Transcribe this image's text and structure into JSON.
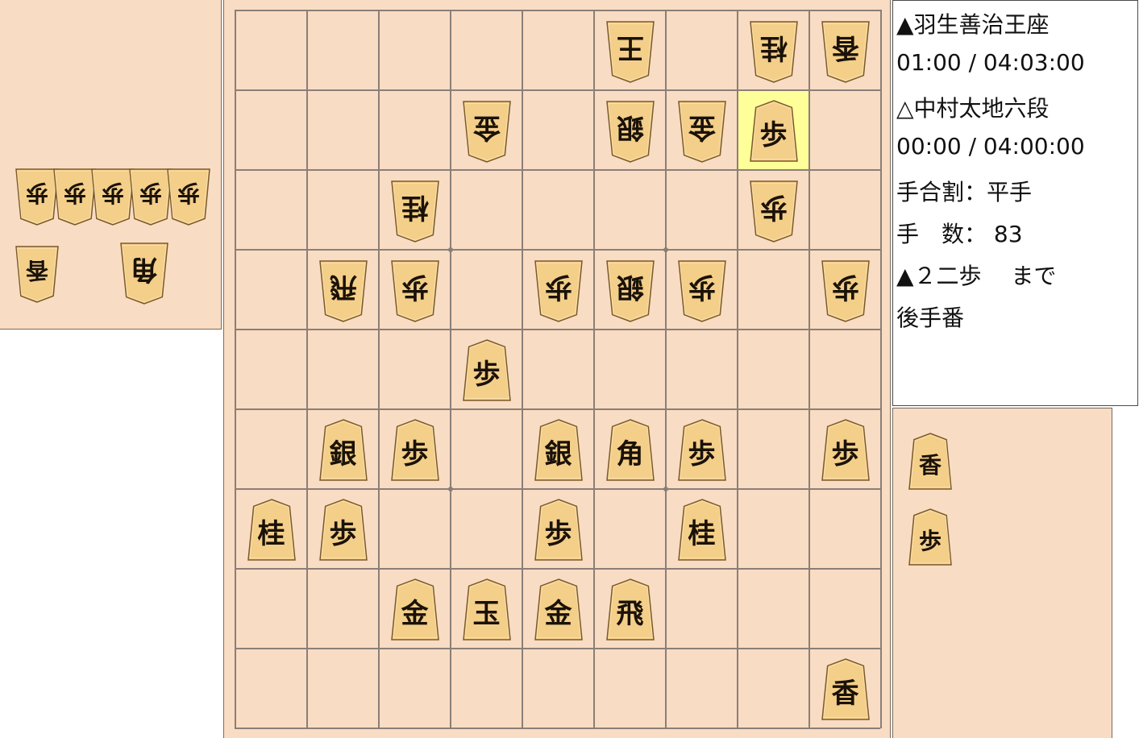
{
  "board": {
    "files": 9,
    "ranks": 9,
    "highlight": {
      "file": 2,
      "rank": 2
    },
    "pieces": [
      {
        "file": 4,
        "rank": 1,
        "char": "王",
        "owner": "gote"
      },
      {
        "file": 2,
        "rank": 1,
        "char": "桂",
        "owner": "gote"
      },
      {
        "file": 1,
        "rank": 1,
        "char": "香",
        "owner": "gote"
      },
      {
        "file": 6,
        "rank": 2,
        "char": "金",
        "owner": "gote"
      },
      {
        "file": 4,
        "rank": 2,
        "char": "銀",
        "owner": "gote"
      },
      {
        "file": 3,
        "rank": 2,
        "char": "金",
        "owner": "gote"
      },
      {
        "file": 2,
        "rank": 2,
        "char": "歩",
        "owner": "sente"
      },
      {
        "file": 7,
        "rank": 3,
        "char": "桂",
        "owner": "gote"
      },
      {
        "file": 2,
        "rank": 3,
        "char": "歩",
        "owner": "gote"
      },
      {
        "file": 8,
        "rank": 4,
        "char": "飛",
        "owner": "gote"
      },
      {
        "file": 7,
        "rank": 4,
        "char": "歩",
        "owner": "gote"
      },
      {
        "file": 5,
        "rank": 4,
        "char": "歩",
        "owner": "gote"
      },
      {
        "file": 4,
        "rank": 4,
        "char": "銀",
        "owner": "gote"
      },
      {
        "file": 3,
        "rank": 4,
        "char": "歩",
        "owner": "gote"
      },
      {
        "file": 1,
        "rank": 4,
        "char": "歩",
        "owner": "gote"
      },
      {
        "file": 6,
        "rank": 5,
        "char": "歩",
        "owner": "sente"
      },
      {
        "file": 8,
        "rank": 6,
        "char": "銀",
        "owner": "sente"
      },
      {
        "file": 7,
        "rank": 6,
        "char": "歩",
        "owner": "sente"
      },
      {
        "file": 5,
        "rank": 6,
        "char": "銀",
        "owner": "sente"
      },
      {
        "file": 4,
        "rank": 6,
        "char": "角",
        "owner": "sente"
      },
      {
        "file": 3,
        "rank": 6,
        "char": "歩",
        "owner": "sente"
      },
      {
        "file": 1,
        "rank": 6,
        "char": "歩",
        "owner": "sente"
      },
      {
        "file": 9,
        "rank": 7,
        "char": "桂",
        "owner": "sente"
      },
      {
        "file": 8,
        "rank": 7,
        "char": "歩",
        "owner": "sente"
      },
      {
        "file": 5,
        "rank": 7,
        "char": "歩",
        "owner": "sente"
      },
      {
        "file": 3,
        "rank": 7,
        "char": "桂",
        "owner": "sente"
      },
      {
        "file": 7,
        "rank": 8,
        "char": "金",
        "owner": "sente"
      },
      {
        "file": 6,
        "rank": 8,
        "char": "玉",
        "owner": "sente"
      },
      {
        "file": 5,
        "rank": 8,
        "char": "金",
        "owner": "sente"
      },
      {
        "file": 4,
        "rank": 8,
        "char": "飛",
        "owner": "sente"
      },
      {
        "file": 1,
        "rank": 9,
        "char": "香",
        "owner": "sente"
      }
    ]
  },
  "gote_hand": {
    "pieces": [
      {
        "char": "歩",
        "count": 5
      },
      {
        "char": "香",
        "count": 1
      },
      {
        "char": "角",
        "count": 1
      }
    ]
  },
  "sente_hand": {
    "pieces": [
      {
        "char": "香",
        "count": 1
      },
      {
        "char": "歩",
        "count": 1
      }
    ]
  },
  "info": {
    "sente_name": "▲羽生善治王座",
    "sente_time": "01:00 / 04:03:00",
    "gote_name": "△中村太地六段",
    "gote_time": "00:00 / 04:00:00",
    "handicap": "手合割：平手",
    "move_count": "手　数：  83",
    "last_move": "▲２二歩　 まで",
    "turn": "後手番"
  },
  "colors": {
    "board": "#f9dcc4",
    "grid": "#8a7f77",
    "highlight": "#ffff99",
    "piece_face": "#f6d493"
  }
}
